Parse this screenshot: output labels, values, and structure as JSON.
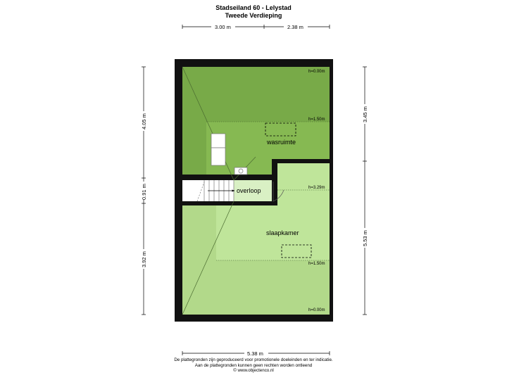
{
  "header": {
    "address": "Stadseiland 60 - Lelystad",
    "floor": "Tweede Verdieping"
  },
  "dimensions": {
    "top_left": "3.00 m",
    "top_right": "2.38 m",
    "left_top": "4.05 m",
    "left_mid": "0.91 m",
    "left_bottom": "3.92 m",
    "right_top": "3.45 m",
    "right_bottom": "5.53 m",
    "bottom": "5.38 m"
  },
  "rooms": {
    "wasruimte": "wasruimte",
    "overloop": "overloop",
    "slaapkamer": "slaapkamer"
  },
  "heights": {
    "top_ridge": "h=0.00m",
    "wasruimte_line": "h=1.50m",
    "overloop_line": "h=3.29m",
    "slaapkamer_line": "h=1.50m",
    "bottom_eave": "h=0.00m"
  },
  "footer": {
    "line1": "De plattegronden zijn geproduceerd voor promotionele doeleinden en ter indicatie.",
    "line2": "Aan de plattegronden kunnen geen rechten worden ontleend",
    "line3": "© www.objectenco.nl"
  },
  "colors": {
    "wall": "#111111",
    "wasruimte_dark": "#78aa48",
    "wasruimte_light": "#86b952",
    "slaapkamer_light": "#bfe59a",
    "slaapkamer_mid": "#b2d98a",
    "overloop": "#d9f0c4"
  }
}
